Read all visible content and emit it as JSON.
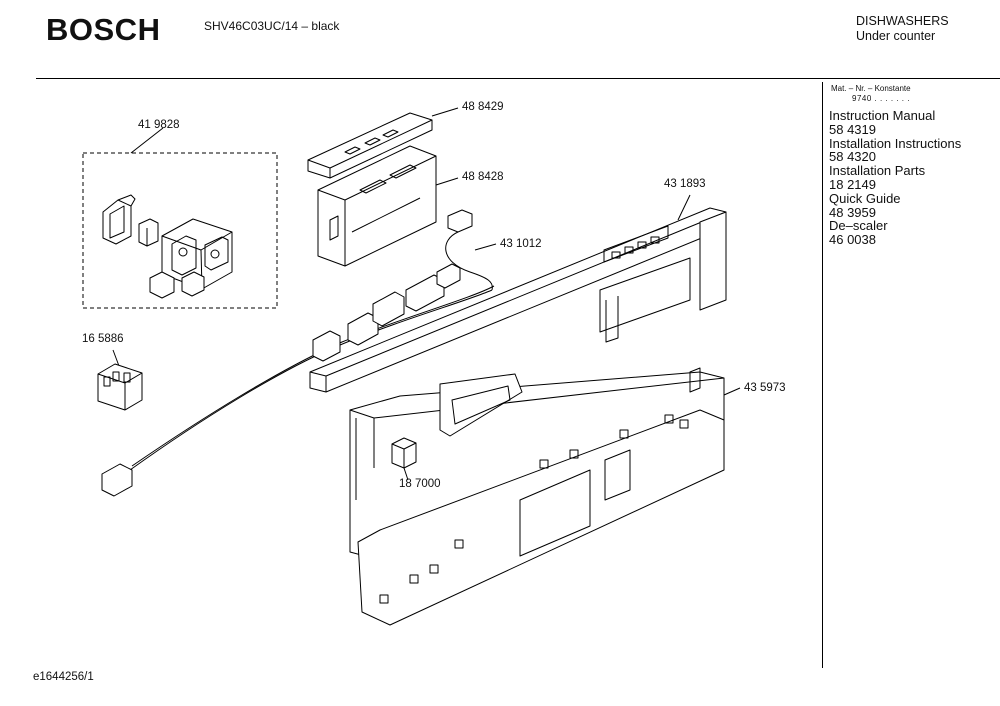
{
  "header": {
    "brand": "BOSCH",
    "model": "SHV46C03UC/14 – black",
    "category": "DISHWASHERS",
    "subcategory": "Under counter"
  },
  "sidebar": {
    "meta_line1": "Mat. – Nr. – Konstante",
    "meta_line2": "9740 . . . . . . .",
    "documents": [
      {
        "title": "Instruction Manual",
        "number": "58 4319"
      },
      {
        "title": "Installation Instructions",
        "number": "58 4320"
      },
      {
        "title": "Installation Parts",
        "number": "18 2149"
      },
      {
        "title": "Quick Guide",
        "number": "48 3959"
      },
      {
        "title": "De–scaler",
        "number": "46 0038"
      }
    ]
  },
  "diagram": {
    "part_labels": {
      "relay_group": "41 9828",
      "relay": "16 5886",
      "cover": "48 8429",
      "module": "48 8428",
      "harness": "43 1012",
      "panel": "43 1893",
      "frame": "43 5973",
      "button": "18 7000"
    }
  },
  "footer": {
    "drawing_id": "e1644256/1"
  }
}
